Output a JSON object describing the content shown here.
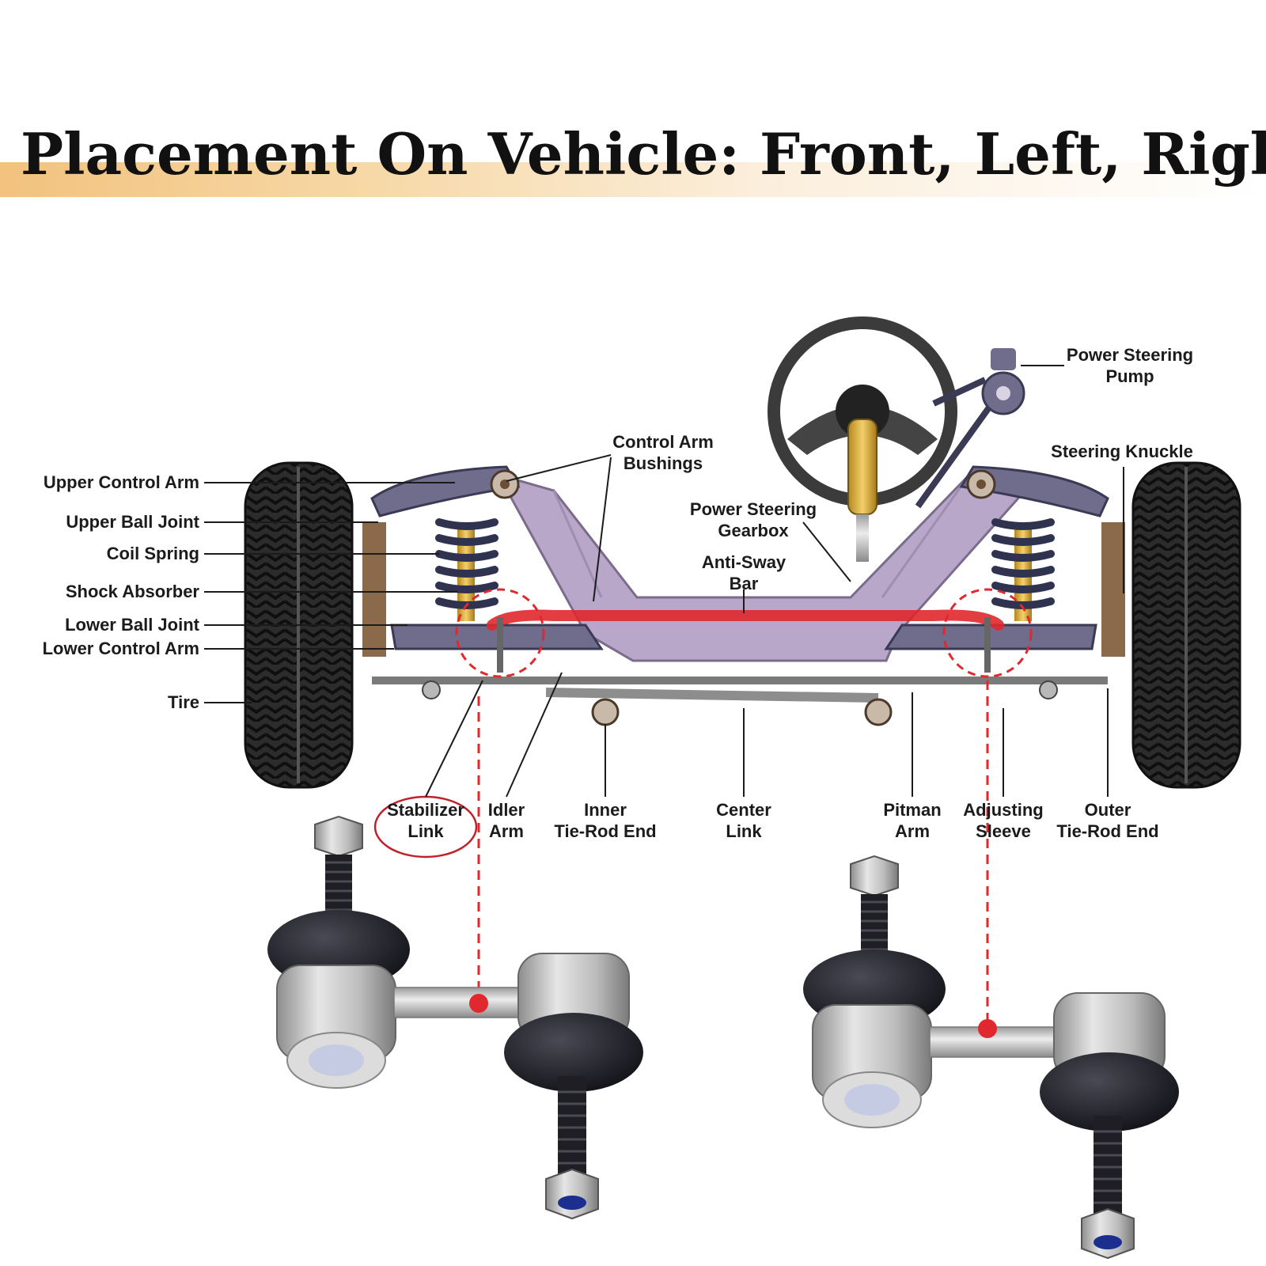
{
  "title": "Placement On Vehicle: Front, Left, Right",
  "colors": {
    "title_accent": "#f2c27e",
    "highlight_red": "#e0282e",
    "frame": "#b9a7c9",
    "arm": "#6f6c8c",
    "tire": "#2b2b2b",
    "spring": "#2f3350",
    "shock": "#e7b640"
  },
  "labels": {
    "upper_control_arm": "Upper Control Arm",
    "upper_ball_joint": "Upper Ball Joint",
    "coil_spring": "Coil Spring",
    "shock_absorber": "Shock Absorber",
    "lower_ball_joint": "Lower Ball Joint",
    "lower_control_arm": "Lower Control Arm",
    "tire": "Tire",
    "control_arm_bushings": [
      "Control Arm",
      "Bushings"
    ],
    "power_steering_gearbox": [
      "Power Steering",
      "Gearbox"
    ],
    "anti_sway_bar": [
      "Anti-Sway",
      "Bar"
    ],
    "power_steering_pump": [
      "Power Steering",
      "Pump"
    ],
    "steering_knuckle": "Steering Knuckle",
    "stabilizer_link": [
      "Stabilizer",
      "Link"
    ],
    "idler_arm": [
      "Idler",
      "Arm"
    ],
    "inner_tie_rod_end": [
      "Inner",
      "Tie-Rod End"
    ],
    "center_link": [
      "Center",
      "Link"
    ],
    "pitman_arm": [
      "Pitman",
      "Arm"
    ],
    "adjusting_sleeve": [
      "Adjusting",
      "Sleeve"
    ],
    "outer_tie_rod_end": [
      "Outer",
      "Tie-Rod End"
    ]
  }
}
